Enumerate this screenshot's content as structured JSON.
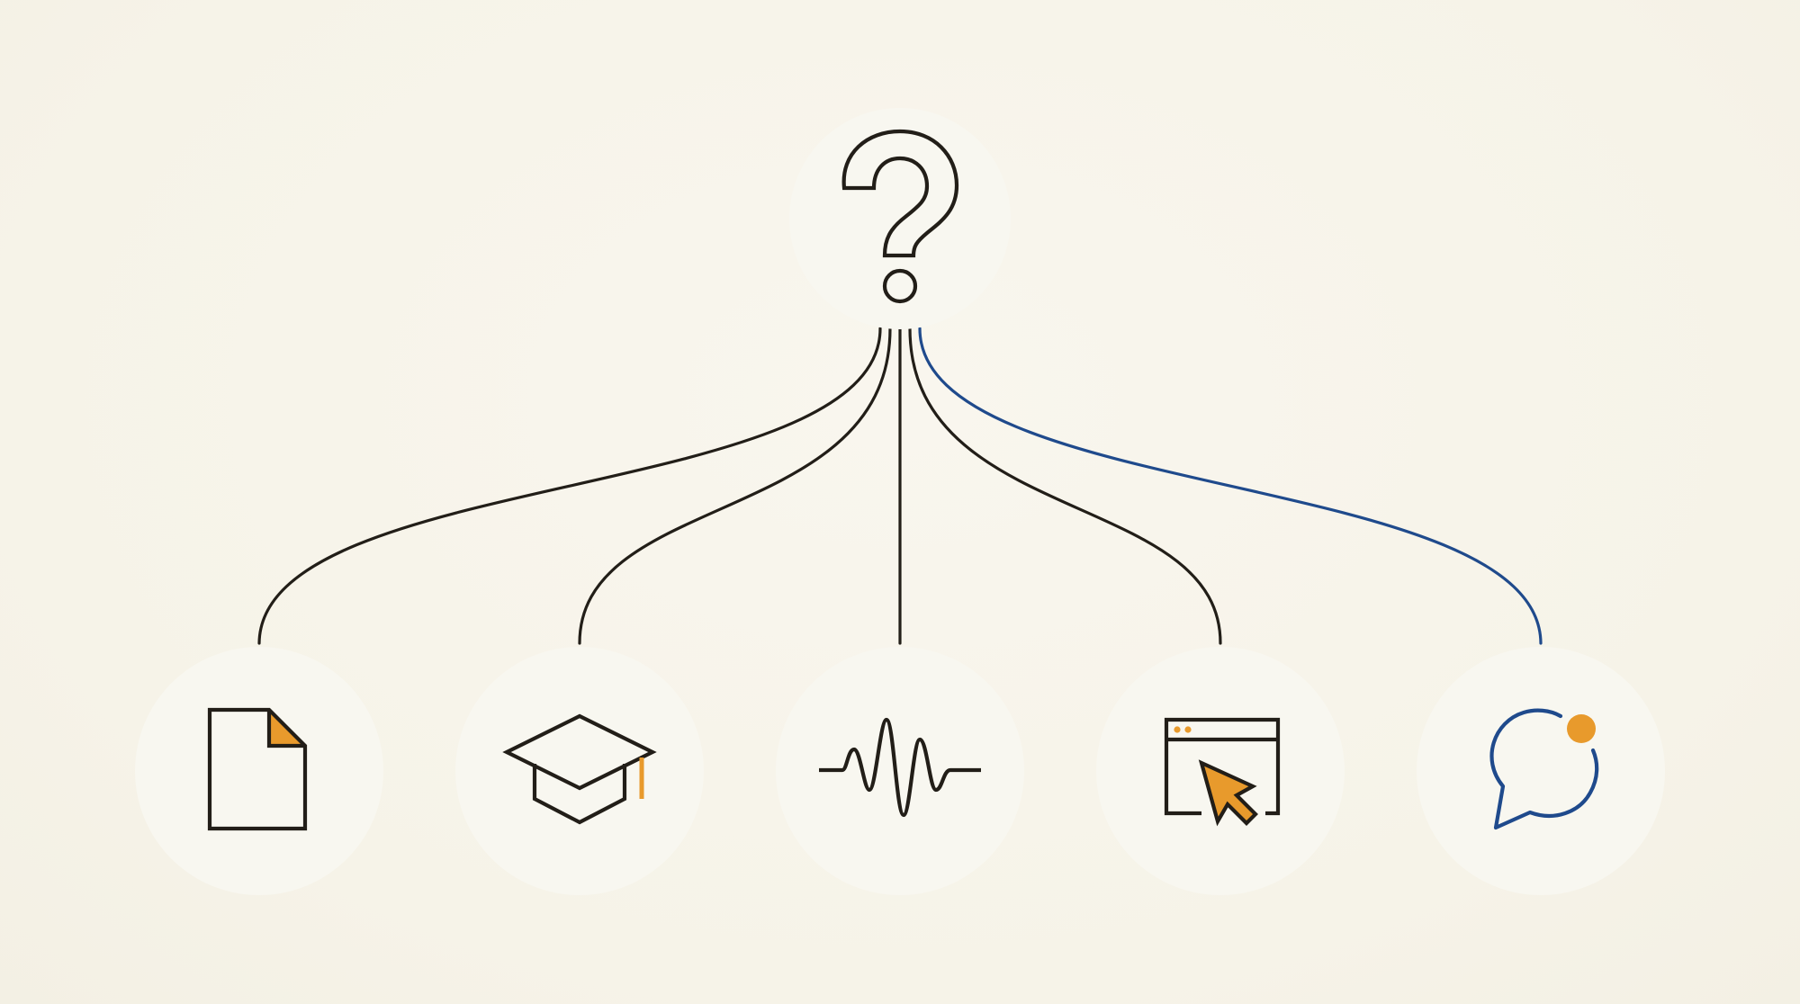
{
  "colors": {
    "background": "#f7f4ea",
    "node_fill": "#f8f7f0",
    "ink": "#221e18",
    "accent_orange": "#e89a2c",
    "accent_blue": "#1f4a8c"
  },
  "root": {
    "icon": "question-mark-icon"
  },
  "children": [
    {
      "icon": "document-icon",
      "link_color": "ink"
    },
    {
      "icon": "graduation-cap-icon",
      "link_color": "ink"
    },
    {
      "icon": "waveform-icon",
      "link_color": "ink"
    },
    {
      "icon": "browser-cursor-icon",
      "link_color": "ink"
    },
    {
      "icon": "chat-bubble-icon",
      "link_color": "accent_blue",
      "highlighted": true
    }
  ]
}
